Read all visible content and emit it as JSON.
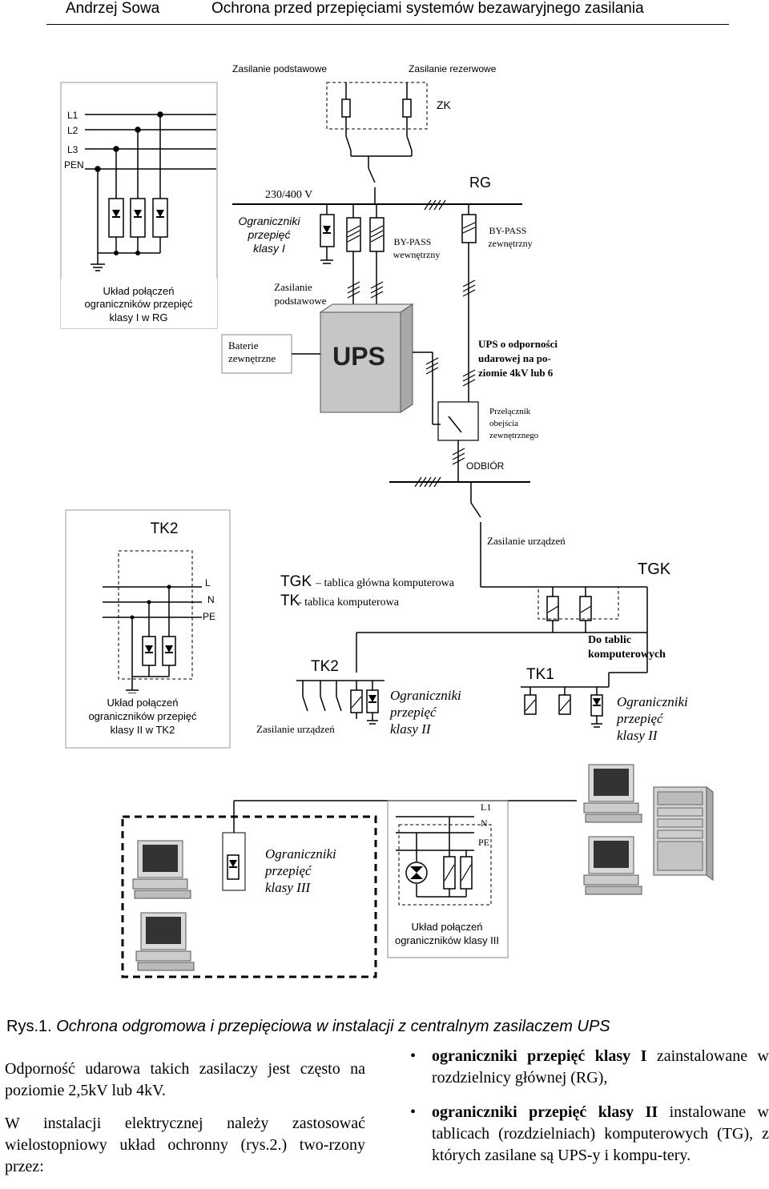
{
  "header": {
    "author": "Andrzej Sowa",
    "title": "Ochrona przed przepięciami systemów bezawaryjnego zasilania"
  },
  "diagram": {
    "top_main_supply": "Zasilanie podstawowe",
    "top_reserve_supply": "Zasilanie rezerwowe",
    "line_L1": "L1",
    "line_L2": "L2",
    "line_L3": "L3",
    "line_PEN": "PEN",
    "zk": "ZK",
    "rg": "RG",
    "voltage": "230/400 V",
    "class1_line1": "Ograniczniki",
    "class1_line2": "przepięć",
    "class1_line3": "klasy I",
    "bypass_int_1": "BY-PASS",
    "bypass_int_2": "wewnętrzny",
    "bypass_ext_1": "BY-PASS",
    "bypass_ext_2": "zewnętrzny",
    "rg_box_line1": "Układ połączeń",
    "rg_box_line2": "ograniczników  przepięć",
    "rg_box_line3": "klasy I w RG",
    "main_supply_1": "Zasilanie",
    "main_supply_2": "podstawowe",
    "batteries_1": "Baterie",
    "batteries_2": "zewnętrzne",
    "ups": "UPS",
    "ups_res_1": "UPS o odporności",
    "ups_res_2": "udarowej na po-",
    "ups_res_3": "ziomie 4kV lub 6",
    "switch_1": "Przełącznik",
    "switch_2": "obejścia",
    "switch_3": "zewnętrznego",
    "load": "ODBIÓR",
    "tk2_title": "TK2",
    "device_supply": "Zasilanie urządzeń",
    "line_L": "L",
    "line_N": "N",
    "line_PE": "PE",
    "tgk_legend_abbr": "TGK",
    "tgk_legend_text": " – tablica główna komputerowa",
    "tk_legend_abbr": "TK",
    "tk_legend_text": " -  tablica komputerowa",
    "tgk": "TGK",
    "to_boards_1": "Do tablic",
    "to_boards_2": "komputerowych",
    "tk2_mid": "TK2",
    "tk1": "TK1",
    "tk2_box_line1": "Układ połączeń",
    "tk2_box_line2": "ograniczników  przepięć",
    "tk2_box_line3": "klasy II w TK2",
    "device_supply_2": "Zasilanie urządzeń",
    "class2a_1": "Ograniczniki",
    "class2a_2": "przepięć",
    "class2a_3": "klasy II",
    "class2b_1": "Ograniczniki",
    "class2b_2": "przepięć",
    "class2b_3": "klasy II",
    "class3_1": "Ograniczniki",
    "class3_2": "przepięć",
    "class3_3": "klasy III",
    "c3_L1": "L1",
    "c3_N": "N",
    "c3_PE": "PE",
    "c3_box_1": "Układ połączeń",
    "c3_box_2": "ograniczników  klasy III"
  },
  "caption": {
    "label": "Rys.1.",
    "text": " Ochrona odgromowa i przepięciowa w instalacji z centralnym zasilaczem UPS"
  },
  "body": {
    "para1": "Odporność udarowa takich zasilaczy jest często na poziomie 2,5kV lub 4kV.",
    "para2": "W instalacji elektrycznej należy zastosować wielostopniowy układ ochronny (rys.2.) two-rzony przez:",
    "bullet1_bold": "ograniczniki przepięć klasy I",
    "bullet1_rest": " zainstalowane w rozdzielnicy głównej (RG),",
    "bullet2_bold": "ograniczniki przepięć klasy II",
    "bullet2_rest": " instalowane w tablicach (rozdzielniach) komputerowych (TG), z których zasilane są UPS-y i kompu-tery."
  }
}
